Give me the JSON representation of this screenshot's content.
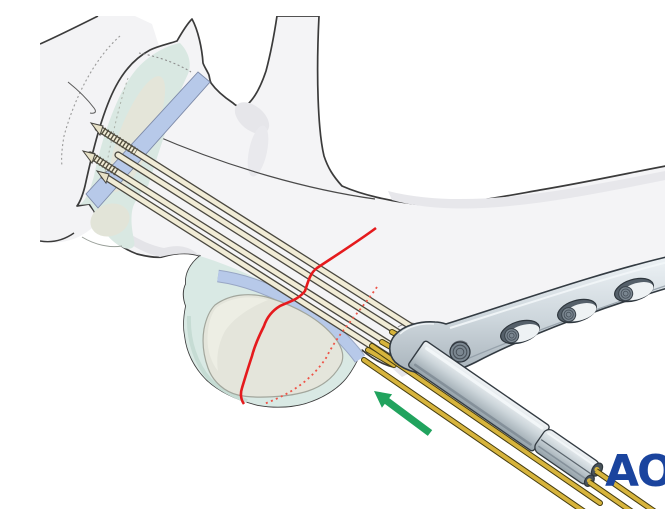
{
  "illustration": {
    "type": "medical-surgical-technique-drawing",
    "subject": "Distal bone segment with parallel K-wires across the articular block, red fracture line, dotted hidden fracture line, contoured locking plate, double drill sleeve with two gold wires, and green insertion-direction arrow",
    "background_color": "#ffffff",
    "colors": {
      "bone_fill": "#f4f4f6",
      "bone_shading": "#e5e5e9",
      "bone_outline": "#3b3b3b",
      "cartilage_teal": "#d9e8e2",
      "cartilage_band_blue": "#b7c9e9",
      "articular_inner_beige": "#e4e5db",
      "kwire_cream": "#f1ecd6",
      "kwire_gold": "#d7b43c",
      "fracture_red_solid": "#e51a1d",
      "fracture_red_dotted": "#ee5448",
      "arrow_green": "#21a35e",
      "implant_metal_light": "#eef3f6",
      "implant_metal_dark": "#aeb9c1",
      "logo_blue": "#1a449e"
    }
  },
  "logo": {
    "text": "AO",
    "color": "#1a449e"
  }
}
